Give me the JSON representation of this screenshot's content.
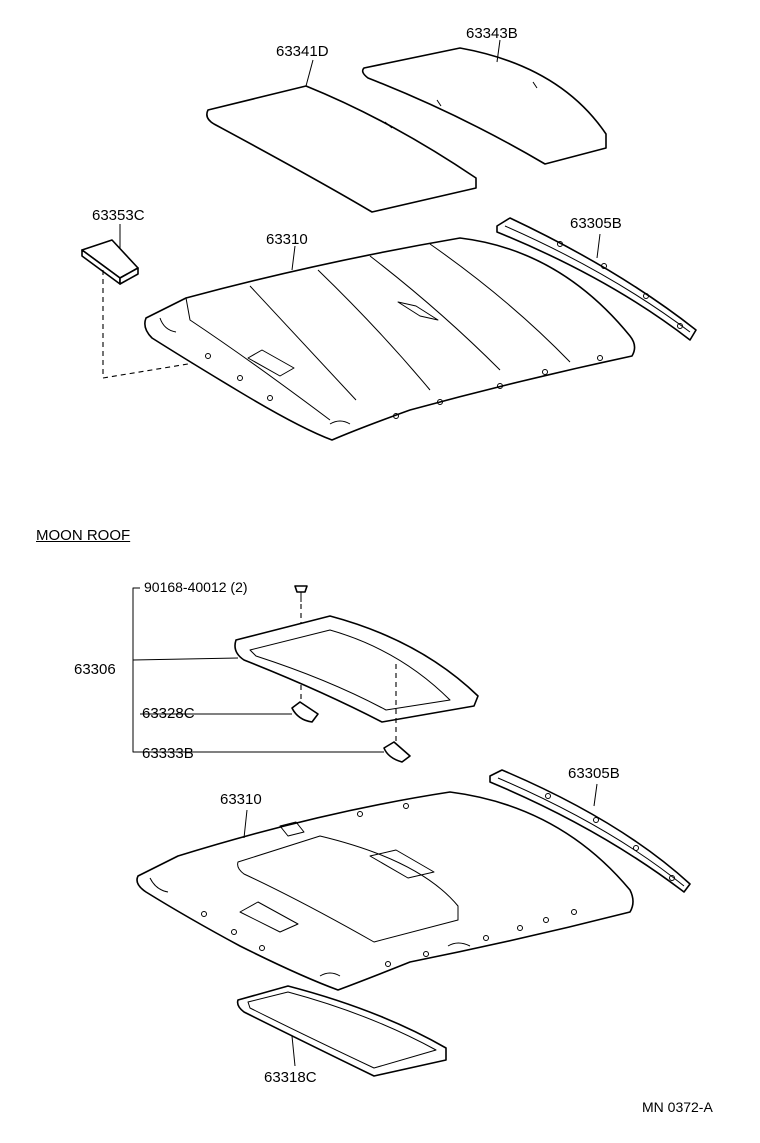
{
  "labels": {
    "p63341D": "63341D",
    "p63343B": "63343B",
    "p63353C": "63353C",
    "p63310_top": "63310",
    "p63305B_top": "63305B",
    "moon_roof": "MOON ROOF",
    "p90168": "90168-40012 (2)",
    "p63306": "63306",
    "p63328C": "63328C",
    "p63333B": "63333B",
    "p63305B_bottom": "63305B",
    "p63310_bottom": "63310",
    "p63318C": "63318C",
    "ref_code": "MN 0372-A"
  }
}
